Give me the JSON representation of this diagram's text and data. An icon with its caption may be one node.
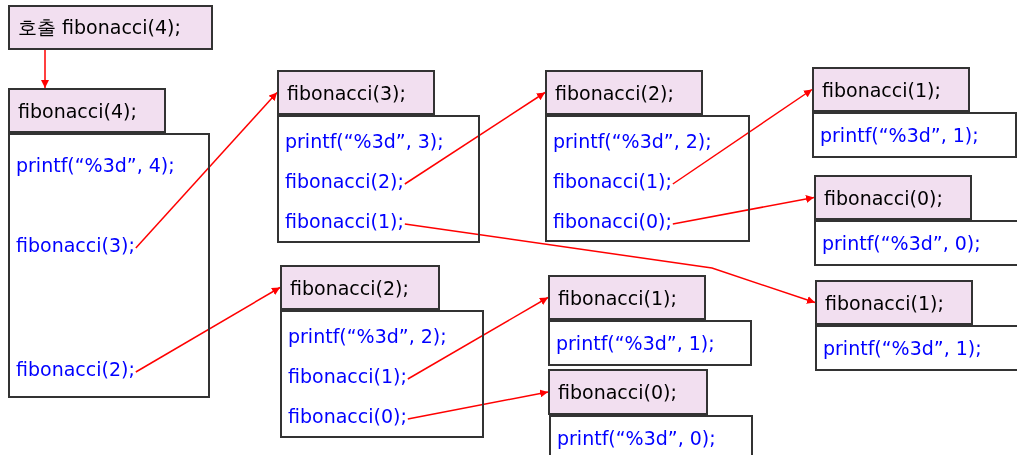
{
  "diagram": {
    "nodes": [
      {
        "text": [
          "호출 fibonacci(4);"
        ]
      },
      {
        "text": [
          "fibonacci(4);"
        ]
      },
      {
        "text": [
          "printf(“%3d”, 4);"
        ]
      },
      {
        "text": [
          "fibonacci(3);"
        ],
        "in": 2
      },
      {
        "text": [
          "fibonacci(2);"
        ],
        "in": 2
      },
      {
        "text": [
          "fibonacci(3);"
        ]
      },
      {
        "text": [
          "printf(“%3d”, 3);"
        ]
      },
      {
        "text": [
          "fibonacci(2);"
        ],
        "in": 6
      },
      {
        "text": [
          "fibonacci(1);"
        ],
        "in": 6
      },
      {
        "text": [
          "fibonacci(2);"
        ]
      },
      {
        "text": [
          "printf(“%3d”, 2);"
        ]
      },
      {
        "text": [
          "fibonacci(1);"
        ],
        "in": 10
      },
      {
        "text": [
          "fibonacci(0);"
        ],
        "in": 10
      },
      {
        "text": [
          "fibonacci(2);"
        ]
      },
      {
        "text": [
          "printf(“%3d”, 2);"
        ]
      },
      {
        "text": [
          "fibonacci(1);"
        ],
        "in": 14
      },
      {
        "text": [
          "fibonacci(0);"
        ],
        "in": 14
      },
      {
        "text": [
          "fibonacci(1);"
        ]
      },
      {
        "text": [
          "printf(“%3d”, 1);"
        ]
      },
      {
        "text": [
          "fibonacci(0);"
        ]
      },
      {
        "text": [
          "printf(“%3d”, 0);"
        ]
      },
      {
        "text": [
          "fibonacci(1);"
        ]
      },
      {
        "text": [
          "printf(“%3d”, 1);"
        ]
      },
      {
        "text": [
          "fibonacci(0);"
        ]
      },
      {
        "text": [
          "printf(“%3d”, 0);"
        ]
      },
      {
        "text": [
          "fibonacci(1);"
        ]
      },
      {
        "text": [
          "printf(“%3d”, 1);"
        ]
      }
    ],
    "edges": [
      {
        "from": 0,
        "to": 1,
        "arrow": "to"
      },
      {
        "from": 3,
        "to": 5,
        "arrow": "to"
      },
      {
        "from": 4,
        "to": 9,
        "arrow": "to"
      },
      {
        "from": 7,
        "to": 13,
        "arrow": "to"
      },
      {
        "from": 8,
        "to": 25,
        "arrow": "to"
      },
      {
        "from": 11,
        "to": 21,
        "arrow": "to"
      },
      {
        "from": 12,
        "to": 23,
        "arrow": "to"
      },
      {
        "from": 15,
        "to": 17,
        "arrow": "to"
      },
      {
        "from": 16,
        "to": 19,
        "arrow": "to"
      }
    ]
  }
}
